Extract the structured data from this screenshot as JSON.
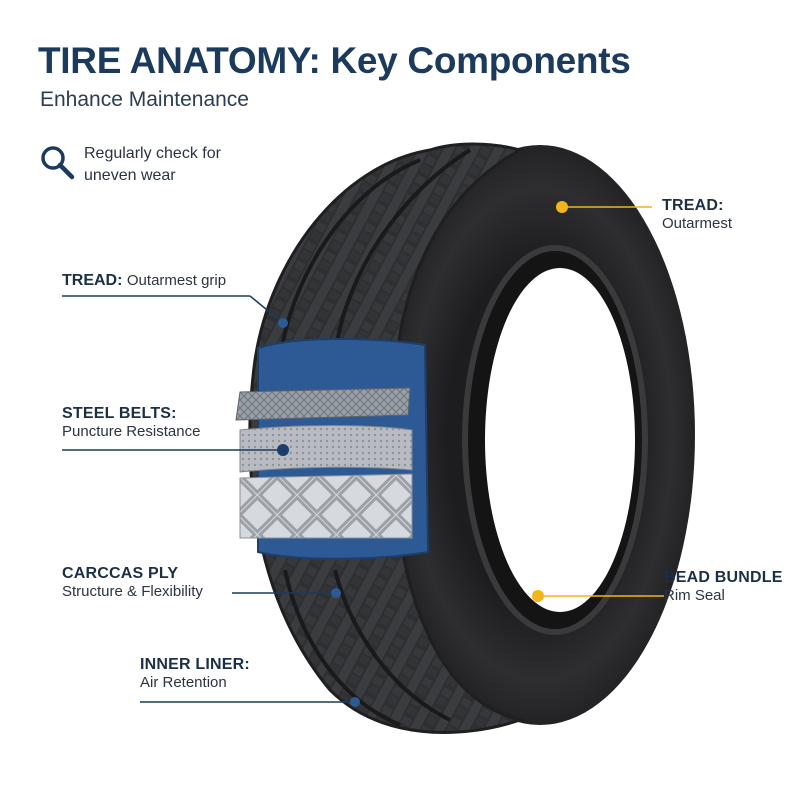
{
  "header": {
    "title": "TIRE ANATOMY: Key Components",
    "subtitle": "Enhance Maintenance"
  },
  "tip": {
    "icon": "magnifier-icon",
    "line1": "Regularly check for",
    "line2": "uneven wear"
  },
  "callouts": {
    "tread_right": {
      "head": "TREAD:",
      "desc": "Outarmest"
    },
    "tread_left": {
      "head": "TREAD:",
      "desc": "Outarmest grip"
    },
    "steel_belts": {
      "head": "STEEL BELTS:",
      "desc": "Puncture Resistance"
    },
    "carcass_ply": {
      "head": "CARCCAS PLY",
      "desc": "Structure & Flexibility"
    },
    "bead_bundle": {
      "head": "BEAD BUNDLE",
      "desc": "Rim Seal"
    },
    "inner_liner": {
      "head": "INNER LINER:",
      "desc": "Air Retention"
    }
  },
  "colors": {
    "title": "#1b3a5c",
    "leader_line": "#1b3a5c",
    "accent_dot": "#f2b51c",
    "cutaway_blue": "#2d5a94",
    "tire_rubber": "#2b2b2d"
  }
}
